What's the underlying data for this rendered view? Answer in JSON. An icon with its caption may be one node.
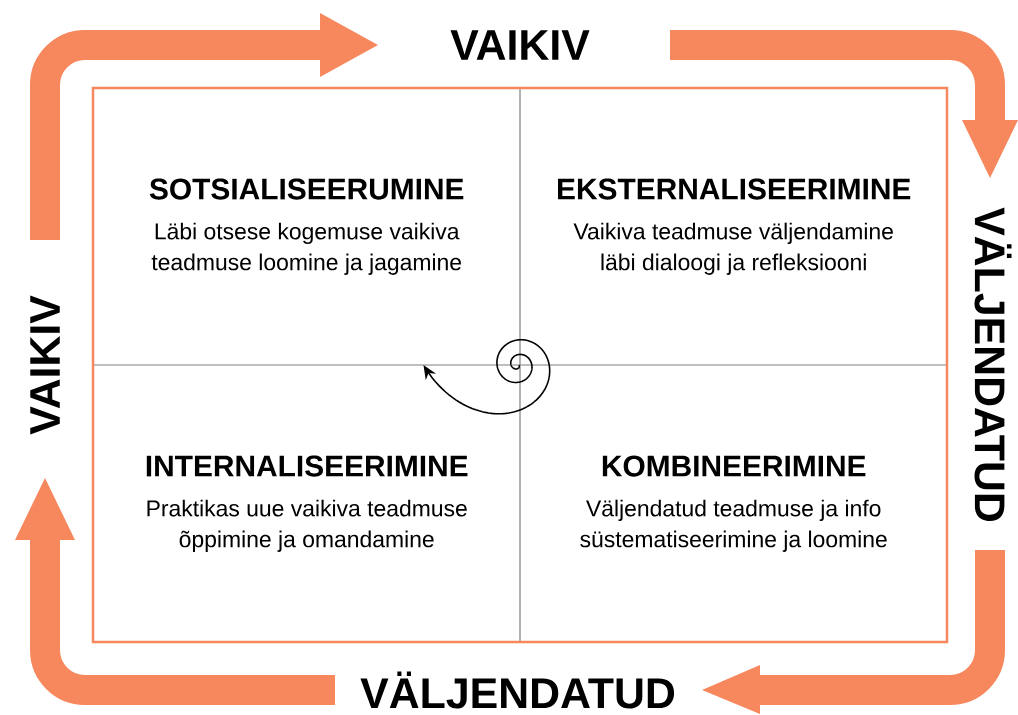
{
  "diagram": {
    "nodes": [
      {
        "text": [
          "SOTSIALISEERUMINE",
          "Läbi otsese kogemuse vaikiva teadmuse loomine ja jagamine"
        ]
      },
      {
        "text": [
          "EKSTERNALISEERIMINE",
          "Vaikiva teadmuse väljendamine läbi dialoogi ja refleksiooni"
        ]
      },
      {
        "text": [
          "INTERNALISEERIMINE",
          "Praktikas uue vaikiva teadmuse õppimine ja omandamine"
        ]
      },
      {
        "text": [
          "KOMBINEERIMINE",
          "Väljendatud teadmuse ja info süstematiseerimine ja loomine"
        ]
      }
    ],
    "labels": [
      "VAIKIV",
      "VAIKIV",
      "VÄLJENDATUD",
      "VÄLJENDATUD"
    ]
  }
}
